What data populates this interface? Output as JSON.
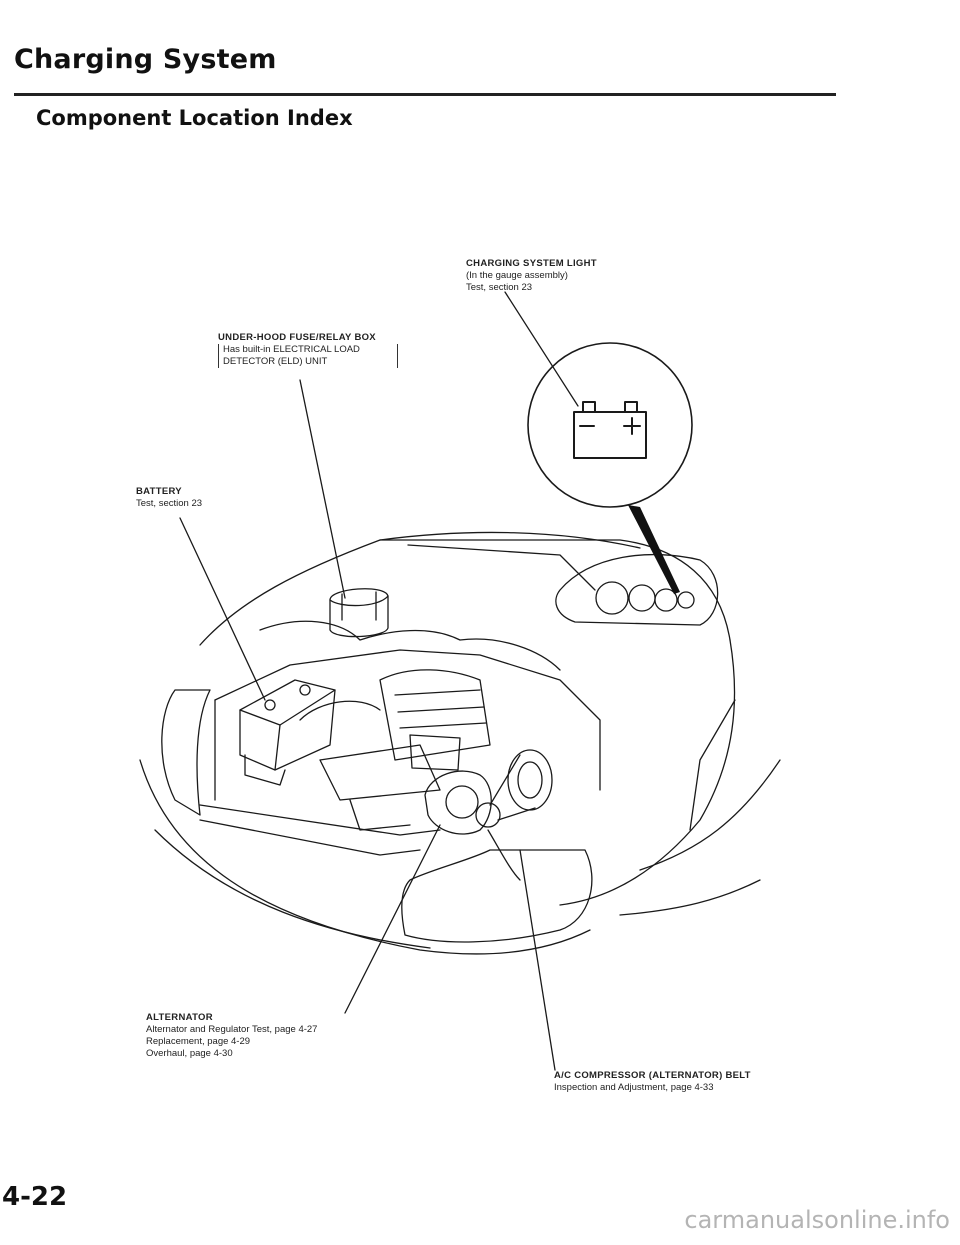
{
  "header": {
    "title": "Charging System",
    "subtitle": "Component Location Index"
  },
  "callouts": {
    "charging_light": {
      "heading": "CHARGING SYSTEM LIGHT",
      "line1": "(In the gauge assembly)",
      "line2": "Test, section 23"
    },
    "fuse_box": {
      "heading": "UNDER-HOOD FUSE/RELAY BOX",
      "line1": "Has built-in ELECTRICAL LOAD",
      "line2": "DETECTOR (ELD) UNIT"
    },
    "battery": {
      "heading": "BATTERY",
      "line1": "Test, section 23"
    },
    "alternator": {
      "heading": "ALTERNATOR",
      "line1": "Alternator and Regulator Test, page 4-27",
      "line2": "Replacement, page 4-29",
      "line3": "Overhaul, page 4-30"
    },
    "belt": {
      "heading": "A/C COMPRESSOR (ALTERNATOR) BELT",
      "line1": "Inspection and Adjustment, page 4-33"
    }
  },
  "diagram": {
    "icon": "battery-warning-icon",
    "line_color": "#1a1a1a"
  },
  "footer": {
    "page_number": "4-22",
    "watermark": "carmanualsonline.info"
  }
}
